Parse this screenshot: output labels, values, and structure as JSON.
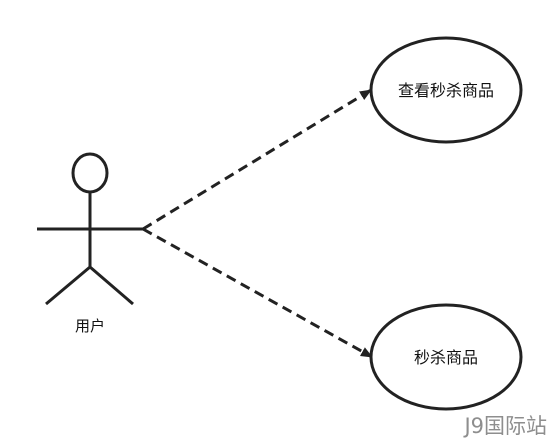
{
  "actor": {
    "label": "用户"
  },
  "use_cases": [
    {
      "label": "查看秒杀商品"
    },
    {
      "label": "秒杀商品"
    }
  ],
  "watermark": {
    "text": "J9国际站"
  },
  "colors": {
    "stroke": "#222222",
    "background": "#ffffff",
    "watermark": "#8e8e8e"
  }
}
